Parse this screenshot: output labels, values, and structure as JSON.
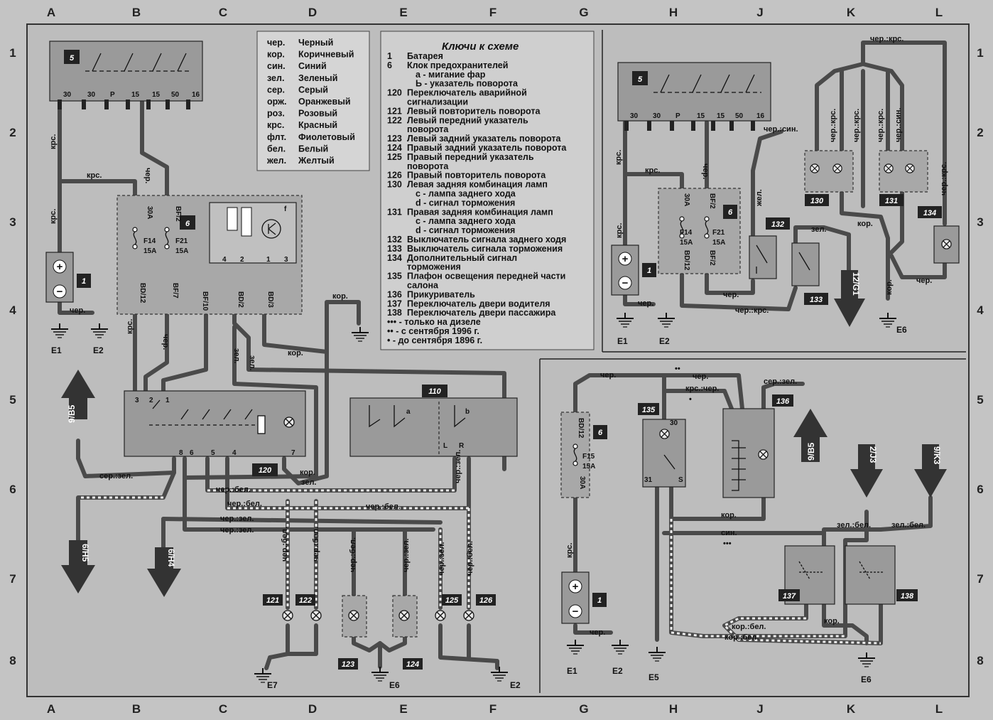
{
  "frame": {
    "columns": [
      "A",
      "B",
      "C",
      "D",
      "E",
      "F",
      "G",
      "H",
      "J",
      "K",
      "L"
    ],
    "rows": [
      "1",
      "2",
      "3",
      "4",
      "5",
      "6",
      "7",
      "8"
    ]
  },
  "color_legend": [
    {
      "abbr": "чер.",
      "name": "Черный"
    },
    {
      "abbr": "кор.",
      "name": "Коричневый"
    },
    {
      "abbr": "син.",
      "name": "Синий"
    },
    {
      "abbr": "зел.",
      "name": "Зеленый"
    },
    {
      "abbr": "сер.",
      "name": "Серый"
    },
    {
      "abbr": "орж.",
      "name": "Оранжевый"
    },
    {
      "abbr": "роз.",
      "name": "Розовый"
    },
    {
      "abbr": "крс.",
      "name": "Красный"
    },
    {
      "abbr": "флт.",
      "name": "Фиолетовый"
    },
    {
      "abbr": "бел.",
      "name": "Белый"
    },
    {
      "abbr": "жел.",
      "name": "Желтый"
    }
  ],
  "key": {
    "title": "Ключи к схеме",
    "lines": [
      {
        "n": "1",
        "t": "Батарея"
      },
      {
        "n": "6",
        "t": "Клок предохранителей"
      },
      {
        "n": "",
        "t": "а - мигание фар"
      },
      {
        "n": "",
        "t": "Ь - указатель поворота"
      },
      {
        "n": "120",
        "t": "Переключатель аварийной"
      },
      {
        "n": "",
        "t": "сигнализации"
      },
      {
        "n": "121",
        "t": "Левый повторитель поворота"
      },
      {
        "n": "122",
        "t": "Левый передний указатель"
      },
      {
        "n": "",
        "t": "поворота"
      },
      {
        "n": "123",
        "t": "Левый задний указатель поворота"
      },
      {
        "n": "124",
        "t": "Правый задний указатель поворота"
      },
      {
        "n": "125",
        "t": "Правый передний указатель"
      },
      {
        "n": "",
        "t": "поворота"
      },
      {
        "n": "126",
        "t": "Правый повторитель поворота"
      },
      {
        "n": "130",
        "t": "Левая задняя комбинация ламп"
      },
      {
        "n": "",
        "t": "с - лампа заднего хода"
      },
      {
        "n": "",
        "t": "d - сигнал торможения"
      },
      {
        "n": "131",
        "t": "Правая задняя комбинация ламп"
      },
      {
        "n": "",
        "t": "с - лампа заднего хода"
      },
      {
        "n": "",
        "t": "d - сигнал торможения"
      },
      {
        "n": "132",
        "t": "Выключатель сигнала заднего ходя"
      },
      {
        "n": "133",
        "t": "Выключатель сигнала торможения"
      },
      {
        "n": "134",
        "t": "Дополнительный сигнал"
      },
      {
        "n": "",
        "t": "торможения"
      },
      {
        "n": "135",
        "t": "Плафон освещения передней части"
      },
      {
        "n": "",
        "t": "салона"
      },
      {
        "n": "136",
        "t": "Прикуриватель"
      },
      {
        "n": "137",
        "t": "Переключатель двери водителя"
      },
      {
        "n": "138",
        "t": "Переключатель двери пассажира"
      },
      {
        "n": "",
        "t": "••• - только на дизеле"
      },
      {
        "n": "",
        "t": "•• - с сентября 1996 г."
      },
      {
        "n": "",
        "t": "• - до сентября 1896 г."
      }
    ]
  },
  "left": {
    "block5": {
      "badge": "5",
      "pins": [
        "30",
        "30",
        "P",
        "15",
        "15",
        "50",
        "16"
      ]
    },
    "fuse6": {
      "badge": "6",
      "fuses": [
        {
          "id": "F14",
          "amp": "15A",
          "top": "30A",
          "bot": "BD/12"
        },
        {
          "id": "F21",
          "amp": "15A",
          "top": "BF/2",
          "bot": "BF/7"
        }
      ],
      "relay_letter": "f",
      "relay_pins": [
        "4",
        "2",
        "1",
        "3"
      ],
      "relay_conn": [
        "BF/10",
        "BD/2",
        "BD/3"
      ]
    },
    "battery": {
      "badge": "1",
      "plus": "+",
      "minus": "−"
    },
    "sw120": {
      "badge": "120",
      "top_pins": [
        "3",
        "2",
        "1"
      ],
      "bot_pins": [
        "8",
        "6",
        "5",
        "4",
        "7"
      ]
    },
    "sw110": {
      "badge": "110",
      "a": "a",
      "b": "b",
      "L": "L",
      "R": "R"
    },
    "lamps": [
      "121",
      "122",
      "123",
      "124",
      "125",
      "126"
    ],
    "grounds": [
      "E1",
      "E2",
      "E7",
      "E6",
      "E2"
    ],
    "arrows": [
      "9/B5",
      "6/H5",
      "6/H4"
    ],
    "wires": [
      "крс.",
      "крс.",
      "чер.",
      "крс.",
      "чер.",
      "чер.",
      "крс.",
      "зел.",
      "зел.",
      "кор.",
      "кор.",
      "кор.",
      "зел.",
      "сер.:зел.",
      "чер.:бел.",
      "чер.:бел.",
      "чер.:зел.",
      "чер.:зел.",
      "чер.:бел.",
      "чер.:бел.",
      "чер.:бел.",
      "чер.:зел.",
      "чер.:зел.",
      "чер.:бел.",
      "чер.:бел.",
      "чер.:зел."
    ]
  },
  "right_top": {
    "block5": {
      "badge": "5",
      "pins": [
        "30",
        "30",
        "P",
        "15",
        "15",
        "50",
        "16"
      ]
    },
    "fuse6": {
      "badge": "6",
      "fuses": [
        {
          "id": "F14",
          "amp": "15A",
          "top": "30A",
          "bot": "BD/12"
        },
        {
          "id": "F21",
          "amp": "15A",
          "top": "BF/2",
          "bot": "BF/2"
        }
      ]
    },
    "battery": {
      "badge": "1"
    },
    "boxes": [
      "130",
      "131",
      "132",
      "133",
      "134"
    ],
    "grounds": [
      "E1",
      "E2",
      "E6"
    ],
    "arrow": "12/G1",
    "wires": [
      "крс.",
      "крс.",
      "крс.",
      "чер.",
      "чер.",
      "жел.",
      "чер.:син.",
      "чер.:крс.",
      "чер.:крс.",
      "чер.:крс.",
      "чер.:син.",
      "чер.:крс.",
      "чер.:крс.",
      "зел.",
      "кор.",
      "кор.",
      "чер.",
      "чер.",
      "чер.:крс."
    ]
  },
  "right_bottom": {
    "fuse6": {
      "badge": "6",
      "id": "F15",
      "amp": "15A",
      "top": "BD/12",
      "bot": "30A"
    },
    "battery": {
      "badge": "1"
    },
    "boxes": [
      "135",
      "136",
      "137",
      "138"
    ],
    "pins135": [
      "30",
      "31",
      "S"
    ],
    "grounds": [
      "E1",
      "E2",
      "E5",
      "E6"
    ],
    "arrows": [
      "9/B5",
      "2/J3",
      "9/K3"
    ],
    "wires": [
      "чер.",
      "чер.",
      "крс.:чер.",
      "сер.:зел.",
      "крс.",
      "чер.",
      "кор.",
      "син.",
      "зел.:бел.",
      "зел.:бел.",
      "кор.:бел.",
      "кор.:бел.",
      "кор.",
      "•••",
      "••",
      "•"
    ]
  }
}
